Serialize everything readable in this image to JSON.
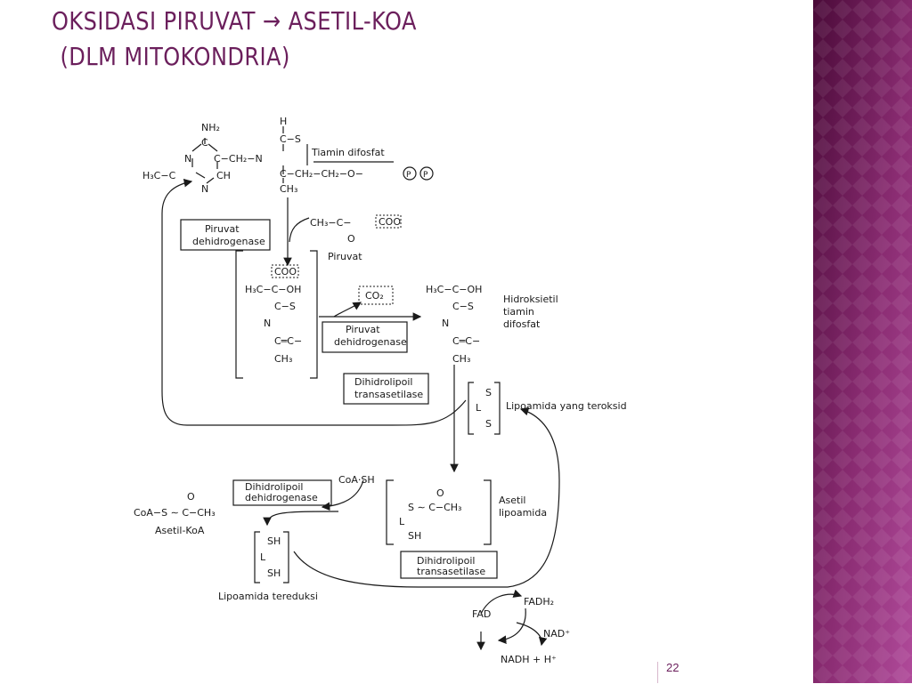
{
  "slide": {
    "title_line1": "OKSIDASI PIRUVAT → ASETIL-KOA",
    "title_line2": "(DLM MITOKONDRIA)",
    "page_number": "22"
  },
  "diagram": {
    "thiamine": {
      "label": "Tiamin difosfat",
      "nh2": "NH₂",
      "c1": "C",
      "n1": "N",
      "ring1": "C−CH₂−N",
      "ring2": "C−CH₂−CH₂−O−",
      "h3c": "H₃C−C",
      "ch": "CH",
      "n2": "N",
      "h_top": "H",
      "cs": "C−S",
      "ch3": "CH₃",
      "phosphate": "P"
    },
    "pyruvate": {
      "formula": "CH₃−C−",
      "coo": "COO",
      "oxygen": "O",
      "label": "Piruvat"
    },
    "enzymes": {
      "pdh_line1": "Piruvat",
      "pdh_line2": "dehidrogenase",
      "dlt_line1": "Dihidrolipoil",
      "dlt_line2": "transasetilase",
      "dld_line1": "Dihidrolipoil",
      "dld_line2": "dehidrogenase"
    },
    "intermediate": {
      "coo": "COO",
      "h3c": "H₃C−C−OH",
      "cs": "C−S",
      "n": "N",
      "cc": "C═C−",
      "ch3": "CH₃"
    },
    "co2": "CO₂",
    "hydroxyethyl": {
      "h3c": "H₃C−C−OH",
      "cs": "C−S",
      "n": "N",
      "cc": "C═C−",
      "ch3": "CH₃",
      "label_1": "Hidroksietil",
      "label_2": "tiamin",
      "label_3": "difosfat"
    },
    "lipoamide_ox": {
      "s1": "S",
      "l": "L",
      "s2": "S",
      "label": "Lipoamida yang teroksid"
    },
    "acetyl_lipoamide": {
      "s_acyl": "S ∼ C−CH₃",
      "o": "O",
      "l": "L",
      "sh": "SH",
      "label_1": "Asetil",
      "label_2": "lipoamida"
    },
    "coa_sh": "CoA·SH",
    "acetyl_coa": {
      "formula": "CoA−S ∼ C−CH₃",
      "o": "O",
      "label": "Asetil-KoA"
    },
    "lipoamide_red": {
      "sh1": "SH",
      "l": "L",
      "sh2": "SH",
      "label": "Lipoamida tereduksi"
    },
    "redox": {
      "fadh2": "FADH₂",
      "fad": "FAD",
      "nad": "NAD⁺",
      "nadh": "NADH + H⁺"
    }
  }
}
